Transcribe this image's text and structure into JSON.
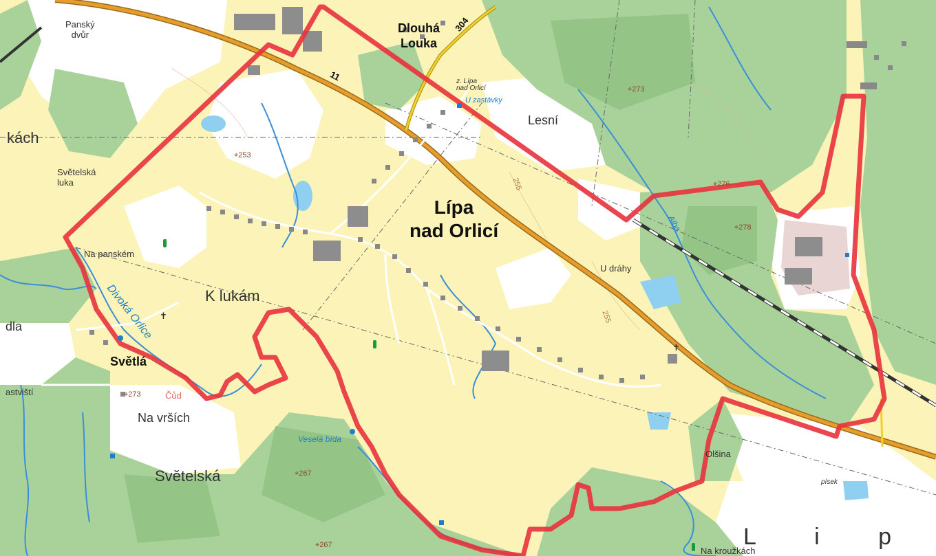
{
  "map": {
    "village_name": [
      "Lípa",
      "nad Orlicí"
    ],
    "settlement_dlouha": [
      "Dlouhá",
      "Louka"
    ],
    "settlement_svetla": "Světlá",
    "stop_name": [
      "z. Lípa",
      "nad Orlicí"
    ],
    "stop_u_zastavky": "U zastávky",
    "road_numbers": [
      "11",
      "304"
    ],
    "place_labels": {
      "pansky_dvur": [
        "Panský",
        "dvůr"
      ],
      "kach": "kách",
      "svetelska_luka": [
        "Světelská",
        "luka"
      ],
      "na_panskem": "Na panském",
      "k_lukam": "K lukám",
      "lesni": "Lesní",
      "u_drahy": "U dráhy",
      "na_vrsich": "Na vrších",
      "svetelska": "Světelská",
      "olsina": "Olšina",
      "dla": "dla",
      "astvisti": "astviští",
      "cud": "Čůd",
      "na_kroupkach": "Na kroužkách",
      "lipska": "L i p s k á",
      "pisek": "písek"
    },
    "water_labels": {
      "divoka_orlice": "Divoká Orlice",
      "vesela_bida": "Veselá bída",
      "alba": "Alba"
    },
    "elevations": [
      "273",
      "253",
      "276",
      "278",
      "273",
      "267",
      "267",
      "255",
      "255"
    ],
    "colors": {
      "meadow_yellow": "#fbf3b8",
      "forest_green": "#a9d29b",
      "forest_dark": "#8fc282",
      "water_blue": "#8fd0f0",
      "boundary_red": "#e8323c",
      "main_road": "#e69d2c",
      "secondary_road": "#f2d02a",
      "railway": "#333333",
      "river_blue": "#3a8fd8",
      "building": "#8d8d8d"
    }
  }
}
